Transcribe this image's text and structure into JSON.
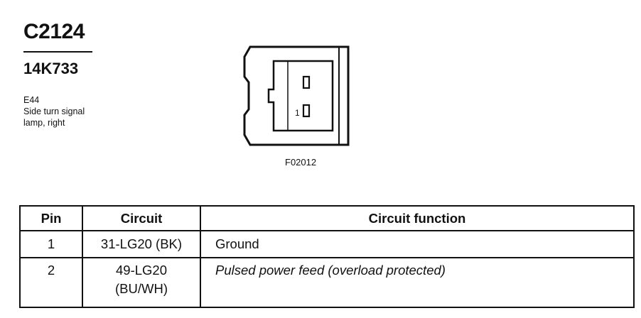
{
  "header": {
    "connector_id": "C2124",
    "part_number": "14K733",
    "description_lines": [
      "E44",
      "Side turn signal",
      "lamp, right"
    ]
  },
  "diagram": {
    "pin_label": "1",
    "figure_code": "F02012"
  },
  "table": {
    "columns": [
      "Pin",
      "Circuit",
      "Circuit function"
    ],
    "rows": [
      {
        "pin": "1",
        "circuit_lines": [
          "31-LG20 (BK)"
        ],
        "function": "Ground"
      },
      {
        "pin": "2",
        "circuit_lines": [
          "49-LG20",
          "(BU/WH)"
        ],
        "function": "Pulsed power feed (overload protected)"
      }
    ]
  }
}
